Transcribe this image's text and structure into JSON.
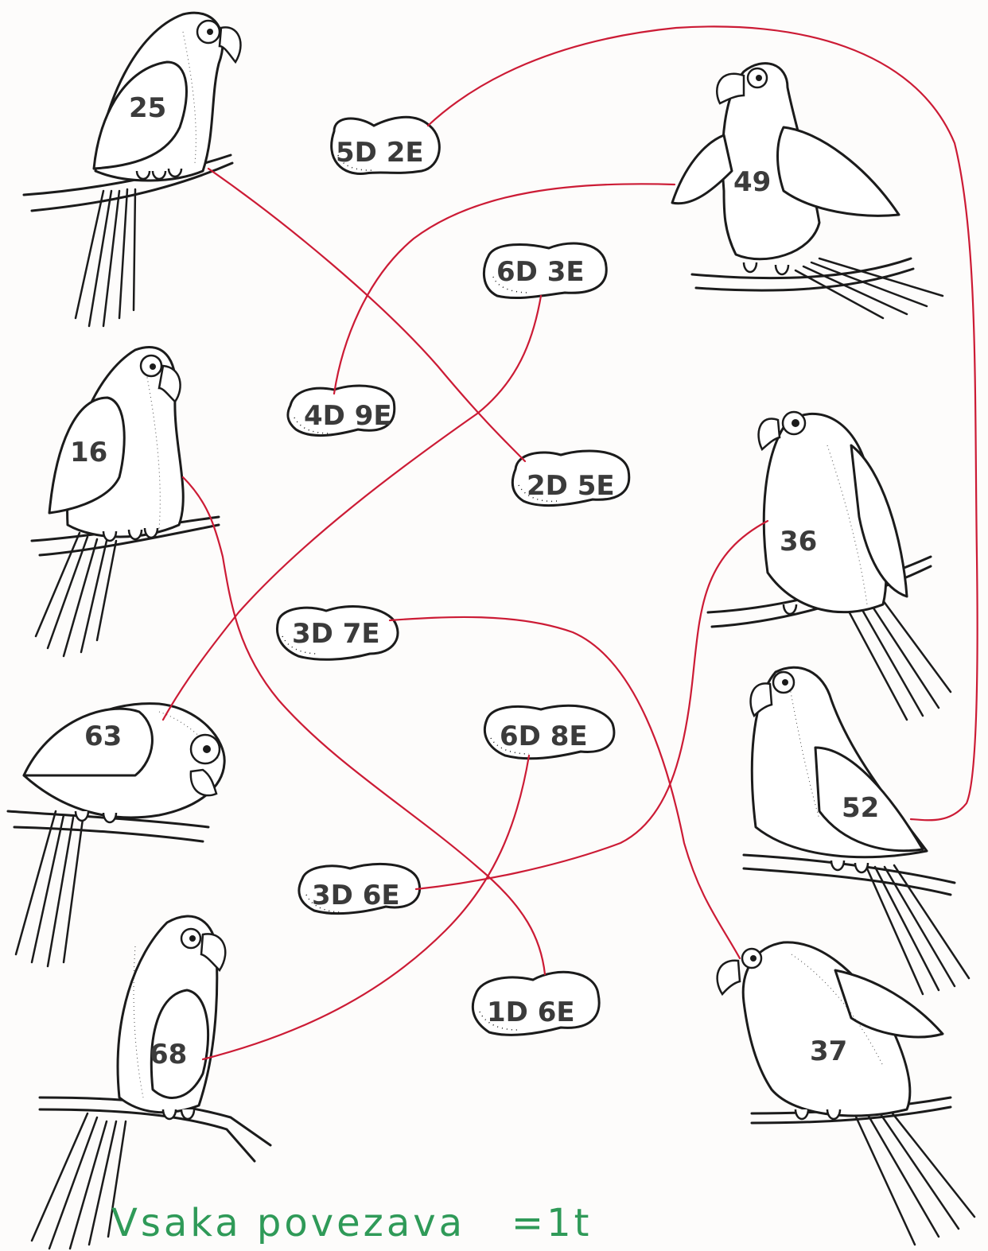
{
  "parrots": [
    {
      "number": "25"
    },
    {
      "number": "16"
    },
    {
      "number": "63"
    },
    {
      "number": "68"
    },
    {
      "number": "49"
    },
    {
      "number": "36"
    },
    {
      "number": "52"
    },
    {
      "number": "37"
    }
  ],
  "bubbles": [
    {
      "label": "5D 2E"
    },
    {
      "label": "6D 3E"
    },
    {
      "label": "4D 9E"
    },
    {
      "label": "2D 5E"
    },
    {
      "label": "3D 7E"
    },
    {
      "label": "6D 8E"
    },
    {
      "label": "3D 6E"
    },
    {
      "label": "1D 6E"
    }
  ],
  "footer": {
    "text": "Vsaka povezava   =1t"
  },
  "colors": {
    "line": "#cc1b35",
    "footer": "#2f9a58"
  }
}
